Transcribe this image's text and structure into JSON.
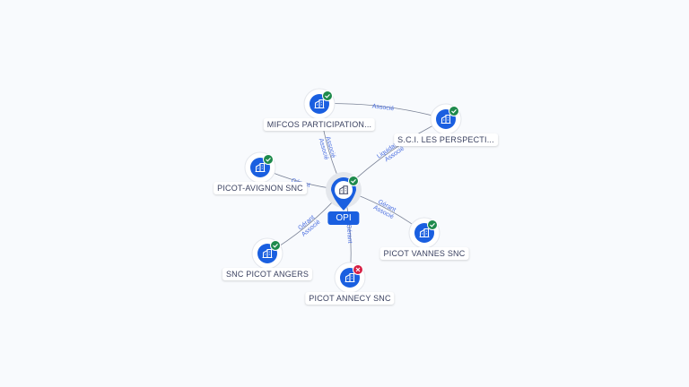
{
  "colors": {
    "accent": "#1a5fe0",
    "active": "#1e8a4c",
    "inactive": "#d61f45",
    "edge": "#7a8296",
    "edge_label": "#4a6ee0"
  },
  "center": {
    "name": "OPI",
    "status": "active",
    "icon": "building-icon"
  },
  "nodes": [
    {
      "name": "MIFCOS PARTICIPATION...",
      "status": "active",
      "icon": "building-icon"
    },
    {
      "name": "S.C.I. LES PERSPECTI...",
      "status": "active",
      "icon": "building-icon"
    },
    {
      "name": "PICOT-AVIGNON SNC",
      "status": "active",
      "icon": "building-icon"
    },
    {
      "name": "PICOT VANNES SNC",
      "status": "active",
      "icon": "building-icon"
    },
    {
      "name": "SNC PICOT ANGERS",
      "status": "active",
      "icon": "building-icon"
    },
    {
      "name": "PICOT ANNECY SNC",
      "status": "inactive",
      "icon": "building-icon"
    }
  ],
  "edges": [
    {
      "from": "MIFCOS PARTICIPATION...",
      "to": "S.C.I. LES PERSPECTI...",
      "labels": [
        "Associé"
      ]
    },
    {
      "from": "OPI",
      "to": "MIFCOS PARTICIPATION...",
      "labels": [
        "Associé",
        "Associé"
      ]
    },
    {
      "from": "OPI",
      "to": "S.C.I. LES PERSPECTI...",
      "labels": [
        "Liquidateur",
        "Associé"
      ]
    },
    {
      "from": "OPI",
      "to": "PICOT-AVIGNON SNC",
      "labels": [
        "Gérant"
      ]
    },
    {
      "from": "OPI",
      "to": "PICOT VANNES SNC",
      "labels": [
        "Gérant",
        "Associé"
      ]
    },
    {
      "from": "OPI",
      "to": "SNC PICOT ANGERS",
      "labels": [
        "Gérant",
        "Associé"
      ]
    },
    {
      "from": "OPI",
      "to": "PICOT ANNECY SNC",
      "labels": [
        "Gérant"
      ]
    }
  ]
}
